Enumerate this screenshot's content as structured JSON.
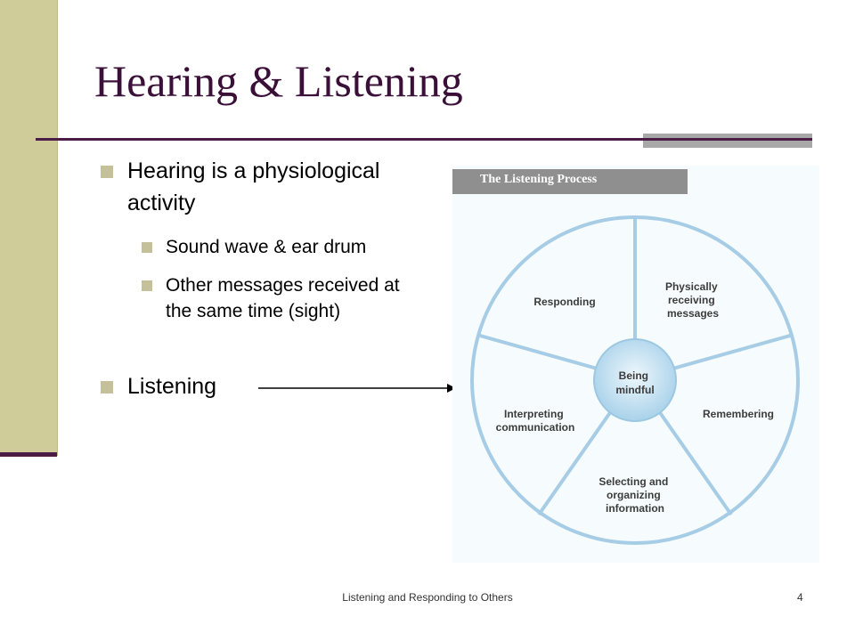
{
  "slide": {
    "title": "Hearing & Listening",
    "bullets": {
      "b1": "Hearing is a physiological activity",
      "b1_sub1": "Sound wave & ear drum",
      "b1_sub2": "Other messages received at the same time (sight)",
      "b2": "Listening"
    },
    "footer": "Listening and Responding to Others",
    "page_number": "4"
  },
  "figure": {
    "title": "The Listening Process",
    "center_label": [
      "Being",
      "mindful"
    ],
    "segments": {
      "physically_receiving": [
        "Physically",
        "receiving",
        "messages"
      ],
      "responding": [
        "Responding"
      ],
      "remembering": [
        "Remembering"
      ],
      "interpreting": [
        "Interpreting",
        "communication"
      ],
      "selecting": [
        "Selecting and",
        "organizing",
        "information"
      ]
    }
  },
  "colors": {
    "title": "#3a0f38",
    "accent_bar": "#cfcc9a",
    "rule": "#4a1c46",
    "wheel_stroke": "#a6cde5",
    "center_fill": "#cfe6f3"
  }
}
